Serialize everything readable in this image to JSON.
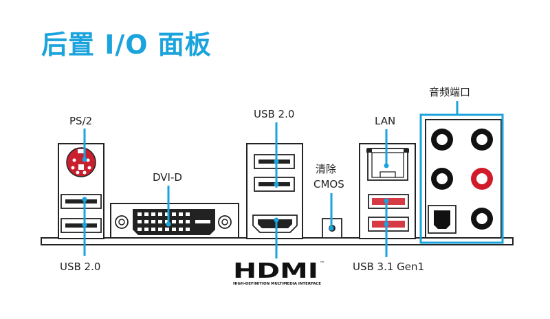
{
  "title": "后置 I/O 面板",
  "labels": {
    "ps2": "PS/2",
    "usb20_left": "USB 2.0",
    "dvi": "DVI-D",
    "usb20_top": "USB 2.0",
    "clear_cmos_1": "清除",
    "clear_cmos_2": "CMOS",
    "lan": "LAN",
    "usb31": "USB 3.1 Gen1",
    "audio": "音频端口"
  },
  "hdmi_logo": {
    "text": "HDMI",
    "tm": "™",
    "tagline": "HIGH-DEFINITION MULTIMEDIA INTERFACE"
  },
  "colors": {
    "accent": "#1aa3dc",
    "ps2": "#c8202e",
    "usb3": "#d63a44",
    "audio_ring_black": "#111111",
    "audio_ring_red": "#d01c2a"
  }
}
